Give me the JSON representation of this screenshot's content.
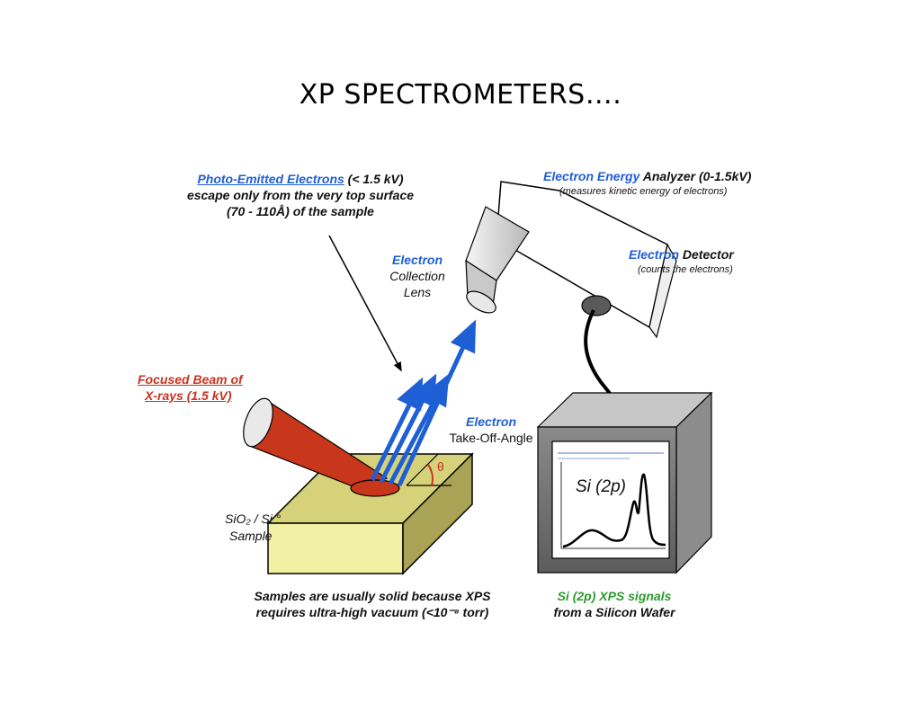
{
  "title": "XP SPECTROMETERS….",
  "labels": {
    "photo_emitted": "Photo-Emitted Electrons",
    "photo_emitted_kv": " (< 1.5 kV)",
    "escape_line1": "escape only from the very top surface",
    "escape_line2": "(70 - 110Å) of the sample",
    "analyzer_electron": "Electron Energy",
    "analyzer_rest": " Analyzer  (0-1.5kV)",
    "analyzer_note": "(measures kinetic energy of electrons)",
    "lens_electron": "Electron",
    "lens_collection": "Collection",
    "lens_lens": "Lens",
    "detector_electron": "Electron",
    "detector_rest": " Detector",
    "detector_note": "(counts the electrons)",
    "beam_line1": "Focused Beam of",
    "beam_line2": "X-rays (1.5 kV)",
    "takeoff_electron": "Electron",
    "takeoff_rest": "Take-Off-Angle",
    "theta": "θ",
    "sample_material": "SiO₂ / Si °",
    "sample_word": "Sample",
    "bottom_line1": "Samples are usually solid because XPS",
    "bottom_line2": "requires ultra-high vacuum (<10⁻⁸ torr)",
    "signal_line1": "Si (2p) XPS signals",
    "signal_line2": "from a Silicon Wafer",
    "spectrum_label": "Si (2p)"
  },
  "colors": {
    "blue": "#1f5fd6",
    "red": "#c8321e",
    "green": "#2c9a2c",
    "sample_top": "#d6d27a",
    "sample_front": "#f2f0a4",
    "sample_side": "#a9a455",
    "beam": "#c8361c"
  }
}
